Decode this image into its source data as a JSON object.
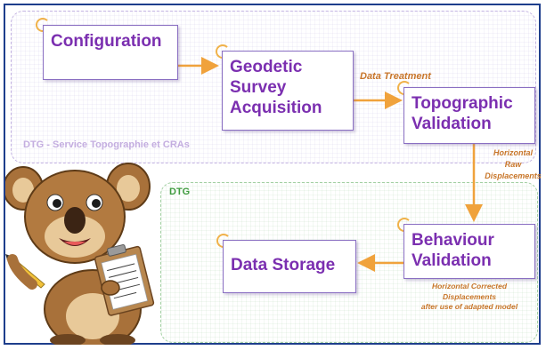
{
  "diagram": {
    "zones": {
      "top": "DTG - Service Topographie et CRAs",
      "bottom": "DTG"
    },
    "nodes": {
      "configuration": "Configuration",
      "geodetic_line1": "Geodetic",
      "geodetic_line2": "Survey",
      "geodetic_line3": "Acquisition",
      "topo_line1": "Topographic",
      "topo_line2": "Validation",
      "behaviour_line1": "Behaviour",
      "behaviour_line2": "Validation",
      "storage": "Data Storage"
    },
    "edge_labels": {
      "data_treatment": "Data Treatment",
      "raw_line1": "Horizontal",
      "raw_line2": "Raw",
      "raw_line3": "Displacements",
      "corrected_line1": "Horizontal Corrected",
      "corrected_line2": "Displacements",
      "corrected_line3": "after use of adapted model"
    }
  },
  "colors": {
    "border": "#1e3e8c",
    "node_text": "#7b2fb0",
    "arrow": "#f0a23c",
    "edge_label": "#c8762a",
    "zone_top": "#c4aee0",
    "zone_bottom": "#3f9b3f"
  },
  "icons": [
    "koala-mascot",
    "clipboard-icon",
    "pencil-icon"
  ]
}
